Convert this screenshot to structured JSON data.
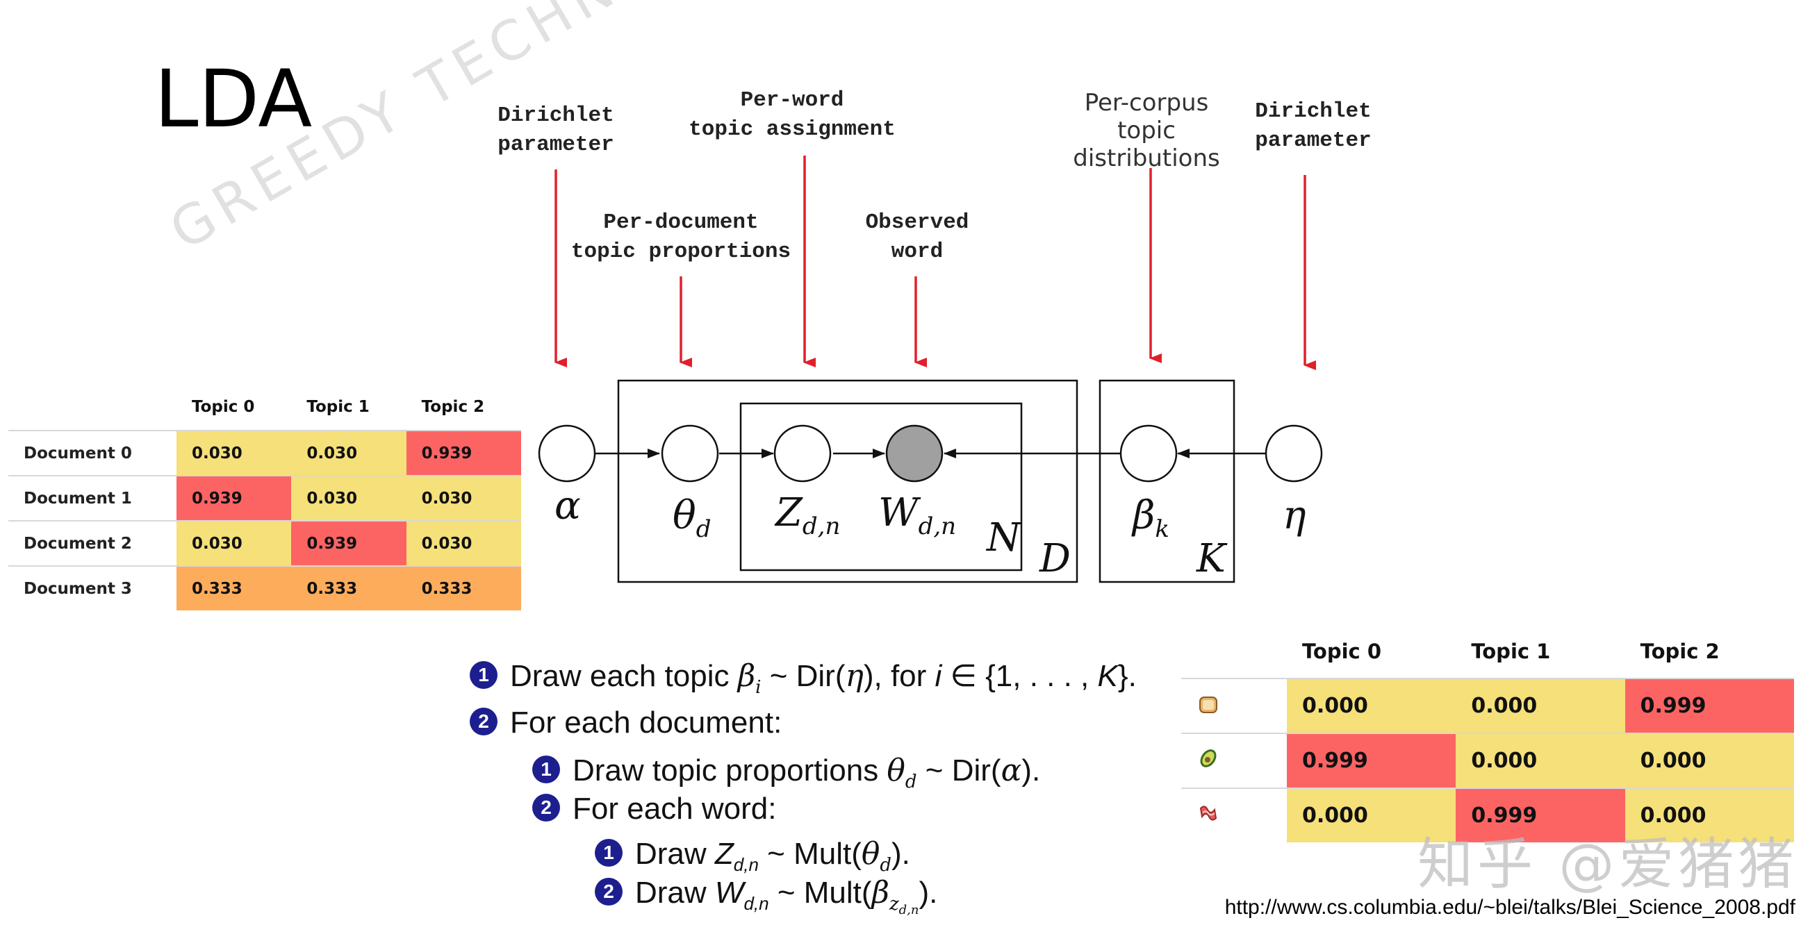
{
  "title": "LDA",
  "watermark": "GREEDY TECHNO",
  "labels": {
    "dirichlet_alpha": [
      "Dirichlet",
      "parameter"
    ],
    "per_word": [
      "Per-word",
      "topic assignment"
    ],
    "per_document": [
      "Per-document",
      "topic proportions"
    ],
    "observed": [
      "Observed",
      "word"
    ],
    "per_corpus": [
      "Per-corpus",
      "topic distributions"
    ],
    "dirichlet_eta": [
      "Dirichlet",
      "parameter"
    ]
  },
  "plate_labels": {
    "N": "N",
    "D": "D",
    "K": "K"
  },
  "doc_table": {
    "headers": [
      "",
      "Topic 0",
      "Topic 1",
      "Topic 2"
    ],
    "rows": [
      {
        "label": "Document 0",
        "values": [
          "0.030",
          "0.030",
          "0.939"
        ],
        "colors": [
          "y",
          "y",
          "r"
        ]
      },
      {
        "label": "Document 1",
        "values": [
          "0.939",
          "0.030",
          "0.030"
        ],
        "colors": [
          "r",
          "y",
          "y"
        ]
      },
      {
        "label": "Document 2",
        "values": [
          "0.030",
          "0.939",
          "0.030"
        ],
        "colors": [
          "y",
          "r",
          "y"
        ]
      },
      {
        "label": "Document 3",
        "values": [
          "0.333",
          "0.333",
          "0.333"
        ],
        "colors": [
          "o",
          "o",
          "o"
        ]
      }
    ]
  },
  "word_table": {
    "headers": [
      "",
      "Topic 0",
      "Topic 1",
      "Topic 2"
    ],
    "rows": [
      {
        "icon": "bread-icon",
        "values": [
          "0.000",
          "0.000",
          "0.999"
        ],
        "colors": [
          "y",
          "y",
          "r"
        ]
      },
      {
        "icon": "avocado-icon",
        "values": [
          "0.999",
          "0.000",
          "0.000"
        ],
        "colors": [
          "r",
          "y",
          "y"
        ]
      },
      {
        "icon": "bacon-icon",
        "values": [
          "0.000",
          "0.999",
          "0.000"
        ],
        "colors": [
          "y",
          "r",
          "y"
        ]
      }
    ]
  },
  "steps": {
    "s1_num": "1",
    "s1_a": "Draw each topic ",
    "s1_b": " ~ Dir(",
    "s1_c": "), for ",
    "s1_d": " ∈ {1, . . . , ",
    "s1_e": "}.",
    "s2_num": "2",
    "s2": "For each document:",
    "s21_num": "1",
    "s21_a": "Draw topic proportions ",
    "s21_b": " ~ Dir(",
    "s21_c": ").",
    "s22_num": "2",
    "s22": "For each word:",
    "s221_num": "1",
    "s221_a": "Draw ",
    "s221_b": " ~ Mult(",
    "s221_c": ").",
    "s222_num": "2",
    "s222_a": "Draw ",
    "s222_b": " ~ Mult(",
    "s222_c": ")."
  },
  "footer_url": "http://www.cs.columbia.edu/~blei/talks/Blei_Science_2008.pdf",
  "zhihu_mark": "知乎 @爱猪猪",
  "colors": {
    "yellow": "#f5e07a",
    "red": "#fc6464",
    "orange": "#fdac5c",
    "arrow": "#e0202a",
    "step_badge": "#1d1f8f"
  }
}
